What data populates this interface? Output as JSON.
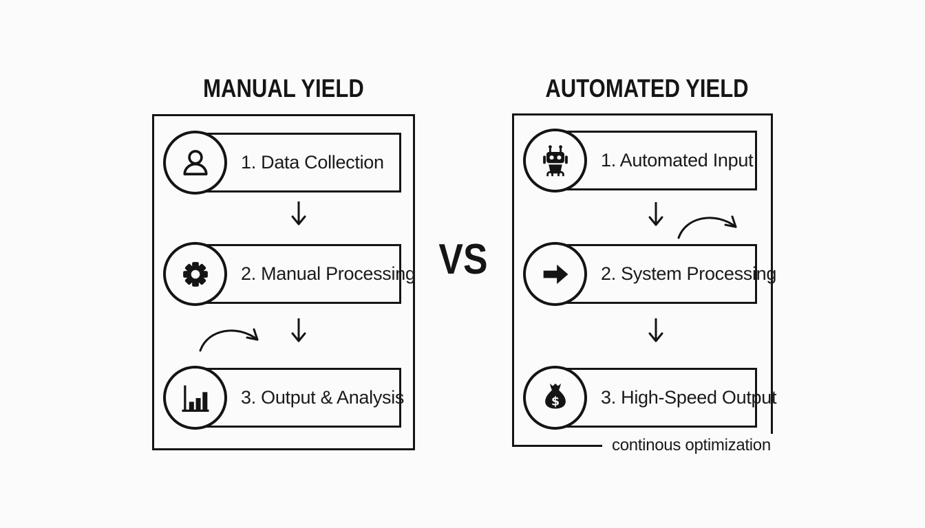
{
  "page": {
    "background_color": "#fbfbfb",
    "ink_color": "#141414"
  },
  "vs_label": "VS",
  "left_panel": {
    "title": "MANUAL YIELD",
    "steps": [
      {
        "label": "1. Data Collection",
        "icon": "person-icon"
      },
      {
        "label": "2. Manual Processing",
        "icon": "gear-icon"
      },
      {
        "label": "3. Output & Analysis",
        "icon": "bar-chart-icon"
      }
    ]
  },
  "right_panel": {
    "title": "AUTOMATED YIELD",
    "steps": [
      {
        "label": "1. Automated Input",
        "icon": "robot-icon"
      },
      {
        "label": "2. System Processing",
        "icon": "arrow-right-icon"
      },
      {
        "label": "3. High-Speed Output",
        "icon": "money-bag-icon"
      }
    ],
    "footer_note": "continous optimization"
  }
}
